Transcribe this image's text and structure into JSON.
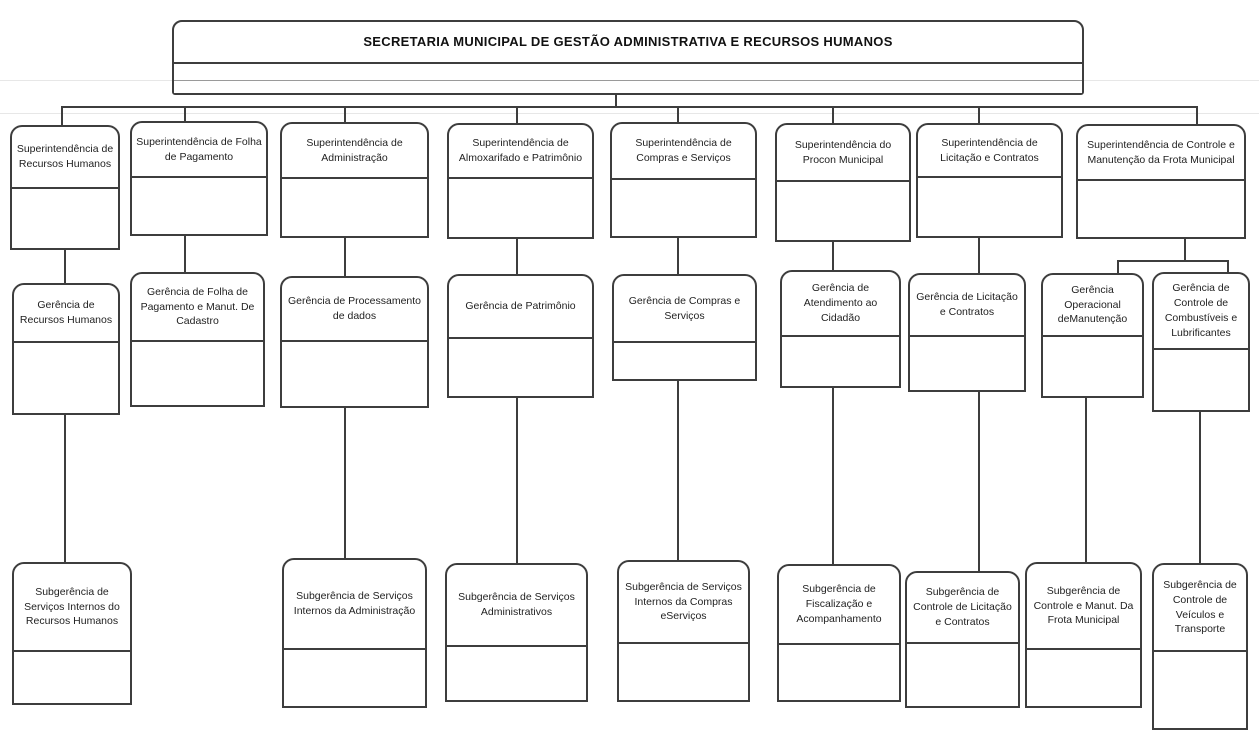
{
  "diagram": {
    "type": "org-chart",
    "language": "pt-BR",
    "colors": {
      "line": "#3d3d3d",
      "background": "#ffffff",
      "text": "#1f1f1f"
    }
  },
  "nodes": {
    "secretaria": {
      "label": "SECRETARIA MUNICIPAL DE GESTÃO ADMINISTRATIVA E RECURSOS HUMANOS",
      "level": 1,
      "parent": null
    },
    "sup1": {
      "label": "Superintendência de Recursos Humanos",
      "level": 2,
      "parent": "secretaria"
    },
    "sup2": {
      "label": "Superintendência de Folha de Pagamento",
      "level": 2,
      "parent": "secretaria"
    },
    "sup3": {
      "label": "Superintendência de Administração",
      "level": 2,
      "parent": "secretaria"
    },
    "sup4": {
      "label": "Superintendência de Almoxarifado e Patrimônio",
      "level": 2,
      "parent": "secretaria"
    },
    "sup5": {
      "label": "Superintendência de Compras e Serviços",
      "level": 2,
      "parent": "secretaria"
    },
    "sup6": {
      "label": "Superintendência do Procon Municipal",
      "level": 2,
      "parent": "secretaria"
    },
    "sup7": {
      "label": "Superintendência de Licitação e Contratos",
      "level": 2,
      "parent": "secretaria"
    },
    "sup8": {
      "label": "Superintendência de Controle e Manutenção da Frota Municipal",
      "level": 2,
      "parent": "secretaria"
    },
    "ger1": {
      "label": "Gerência de Recursos Humanos",
      "level": 3,
      "parent": "sup1"
    },
    "ger2": {
      "label": "Gerência de Folha de Pagamento e Manut. De Cadastro",
      "level": 3,
      "parent": "sup2"
    },
    "ger3": {
      "label": "Gerência de Processamento de dados",
      "level": 3,
      "parent": "sup3"
    },
    "ger4": {
      "label": "Gerência de Patrimônio",
      "level": 3,
      "parent": "sup4"
    },
    "ger5": {
      "label": "Gerência de Compras e Serviços",
      "level": 3,
      "parent": "sup5"
    },
    "ger6": {
      "label": "Gerência de Atendimento ao Cidadão",
      "level": 3,
      "parent": "sup6"
    },
    "ger7": {
      "label": "Gerência de Licitação e Contratos",
      "level": 3,
      "parent": "sup7"
    },
    "ger8a": {
      "label": "Gerência Operacional deManutenção",
      "level": 3,
      "parent": "sup8"
    },
    "ger8b": {
      "label": "Gerência de Controle de Combustíveis e Lubrificantes",
      "level": 3,
      "parent": "sup8"
    },
    "sub1": {
      "label": "Subgerência de Serviços Internos do Recursos Humanos",
      "level": 4,
      "parent": "ger1"
    },
    "sub3": {
      "label": "Subgerência de Serviços Internos da Administração",
      "level": 4,
      "parent": "ger3"
    },
    "sub4": {
      "label": "Subgerência de Serviços Administrativos",
      "level": 4,
      "parent": "ger4"
    },
    "sub5": {
      "label": "Subgerência de Serviços Internos da Compras eServiços",
      "level": 4,
      "parent": "ger5"
    },
    "sub6": {
      "label": "Subgerência de Fiscalização e Acompanhamento",
      "level": 4,
      "parent": "ger6"
    },
    "sub7": {
      "label": "Subgerência de Controle de Licitação e Contratos",
      "level": 4,
      "parent": "ger7"
    },
    "sub8a": {
      "label": "Subgerência de Controle e Manut. Da Frota Municipal",
      "level": 4,
      "parent": "ger8a"
    },
    "sub8b": {
      "label": "Subgerência de Controle de Veículos e Transporte",
      "level": 4,
      "parent": "ger8b"
    }
  }
}
